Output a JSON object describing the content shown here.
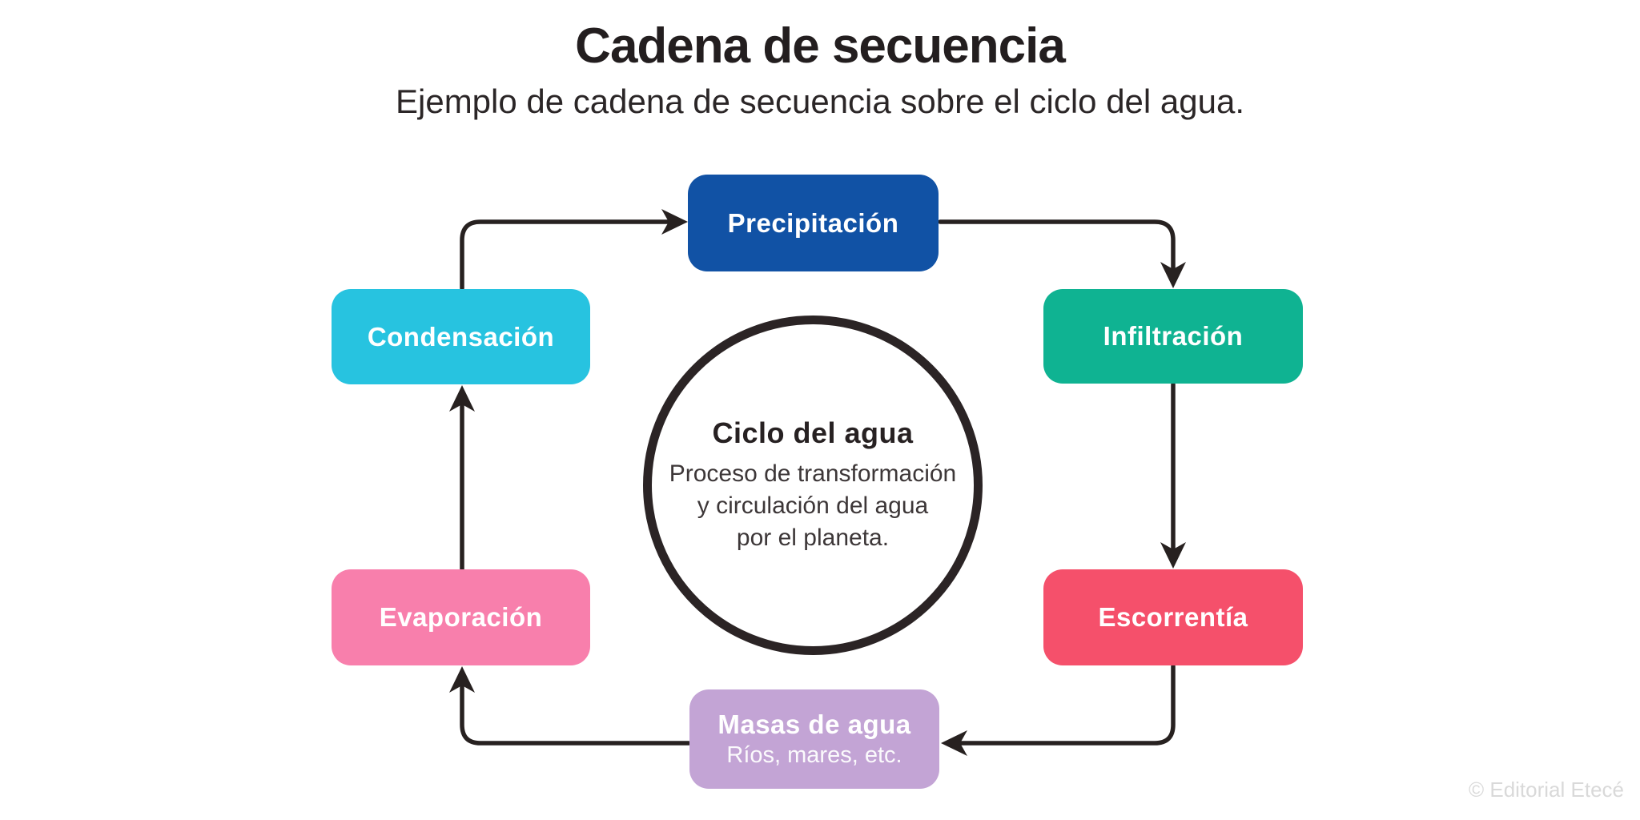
{
  "header": {
    "title": "Cadena de secuencia",
    "subtitle": "Ejemplo de cadena de secuencia sobre el ciclo del agua."
  },
  "center": {
    "title": "Ciclo del agua",
    "description": "Proceso de transformación y circulación del agua por el planeta.",
    "description_lines": [
      "Proceso de transformación",
      "y circulación del agua",
      "por el planeta."
    ],
    "border_color": "#2b2425"
  },
  "nodes": [
    {
      "id": "precipitacion",
      "label": "Precipitación",
      "color": "#1152a5",
      "text_color": "#ffffff"
    },
    {
      "id": "infiltracion",
      "label": "Infiltración",
      "color": "#0fb392",
      "text_color": "#ffffff"
    },
    {
      "id": "escorrentia",
      "label": "Escorrentía",
      "color": "#f5506b",
      "text_color": "#ffffff"
    },
    {
      "id": "masas-de-agua",
      "label": "Masas de agua",
      "sublabel": "Ríos, mares, etc.",
      "color": "#c3a4d5",
      "text_color": "#ffffff"
    },
    {
      "id": "evaporacion",
      "label": "Evaporación",
      "color": "#f87fac",
      "text_color": "#ffffff"
    },
    {
      "id": "condensacion",
      "label": "Condensación",
      "color": "#27c3e0",
      "text_color": "#ffffff"
    }
  ],
  "connections": [
    {
      "from": "condensacion",
      "to": "precipitacion"
    },
    {
      "from": "precipitacion",
      "to": "infiltracion"
    },
    {
      "from": "infiltracion",
      "to": "escorrentia"
    },
    {
      "from": "escorrentia",
      "to": "masas-de-agua"
    },
    {
      "from": "masas-de-agua",
      "to": "evaporacion"
    },
    {
      "from": "evaporacion",
      "to": "condensacion"
    }
  ],
  "arrow_color": "#272120",
  "background_color": "#ffffff",
  "footer": {
    "copyright": "© Editorial Etecé"
  }
}
